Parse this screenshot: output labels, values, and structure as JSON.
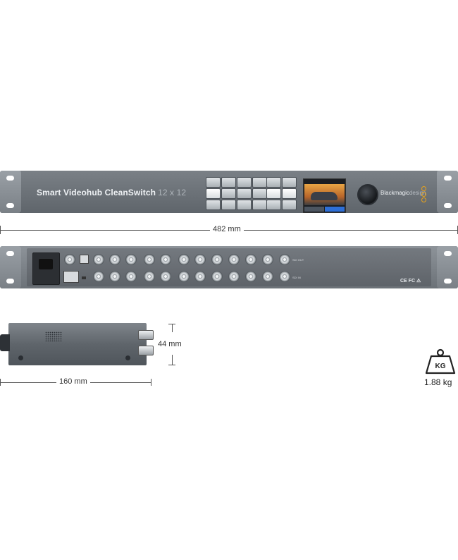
{
  "product": {
    "name": "Smart Videohub CleanSwitch",
    "size_label": "12 x 12",
    "brand_main": "Blackmagic",
    "brand_light": "design"
  },
  "dimensions": {
    "width": "482 mm",
    "height": "44 mm",
    "depth": "160 mm",
    "weight": "1.88 kg",
    "weight_icon_text": "KG"
  },
  "rear": {
    "certifications": "CE FC ⚠",
    "sdi_out_label": "SDI OUT",
    "sdi_in_label": "SDI IN"
  },
  "icons": [
    "rack-ear",
    "lcd-screen",
    "control-knob",
    "iec-power-socket",
    "usb-port",
    "ethernet-port",
    "bnc-connector",
    "weight-icon"
  ],
  "colors": {
    "chassis": "#6e747a",
    "lcd_accent": "#2e6fd6",
    "logo_accent": "#e7a21c",
    "dimension_line": "#555555"
  }
}
